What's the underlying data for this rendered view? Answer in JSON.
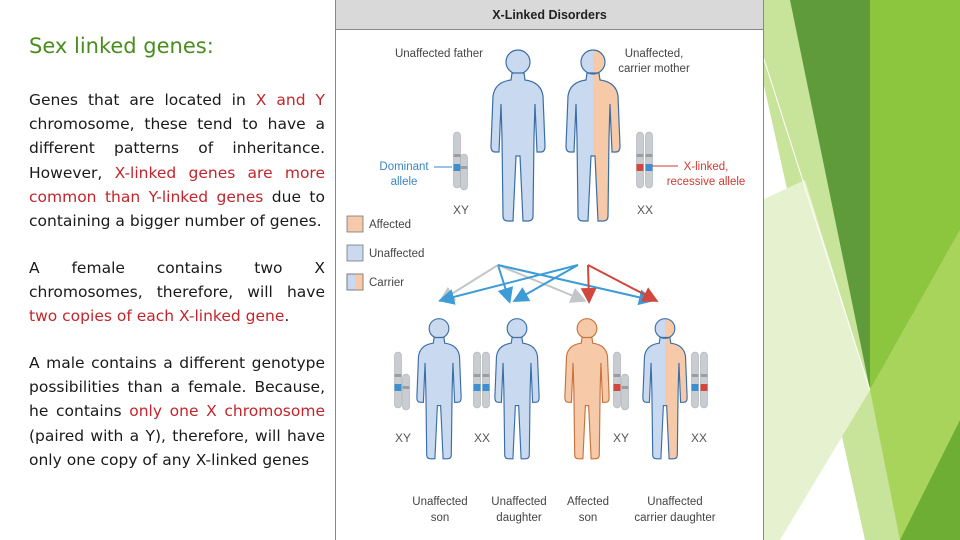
{
  "slide": {
    "title": "Sex linked genes:",
    "paragraphs": [
      {
        "spans": [
          {
            "text": "Genes that are located in ",
            "highlight": false
          },
          {
            "text": "X and Y",
            "highlight": true
          },
          {
            "text": " chromosome, these tend to have a different patterns of inheritance. However, ",
            "highlight": false
          },
          {
            "text": "X-linked genes are more common than Y-linked genes",
            "highlight": true
          },
          {
            "text": " due to containing a bigger number of genes.",
            "highlight": false
          }
        ]
      },
      {
        "spans": [
          {
            "text": "A female contains two X chromosomes, therefore, will have ",
            "highlight": false
          },
          {
            "text": "two copies of each X-linked gene",
            "highlight": true
          },
          {
            "text": ".",
            "highlight": false
          }
        ]
      },
      {
        "spans": [
          {
            "text": "A male contains a different genotype possibilities than a female. Because, he contains ",
            "highlight": false
          },
          {
            "text": "only one X chromosome",
            "highlight": true
          },
          {
            "text": " (paired with a Y), therefore, will have only one copy of any X-linked genes",
            "highlight": false
          }
        ]
      }
    ]
  },
  "figure": {
    "header": "X-Linked Disorders",
    "parents": {
      "father_label": "Unaffected father",
      "mother_label_lines": [
        "Unaffected,",
        "carrier mother"
      ],
      "father_genotype": "XY",
      "mother_genotype": "XX"
    },
    "callouts": {
      "dominant_lines": [
        "Dominant",
        "allele"
      ],
      "recessive_lines": [
        "X-linked,",
        "recessive allele"
      ]
    },
    "legend": [
      "Affected",
      "Unaffected",
      "Carrier"
    ],
    "children": [
      {
        "genotype": "XY",
        "label_lines": [
          "Unaffected",
          "son"
        ]
      },
      {
        "genotype": "XX",
        "label_lines": [
          "Unaffected",
          "daughter"
        ]
      },
      {
        "genotype": "XY",
        "label_lines": [
          "Affected",
          "son"
        ]
      },
      {
        "genotype": "XX",
        "label_lines": [
          "Unaffected",
          "carrier daughter"
        ]
      }
    ]
  },
  "colors": {
    "accent_green": "#8cc63f",
    "highlight_red": "#c0262d",
    "unaffected_blue": "#c9d9ef",
    "affected_peach": "#f6c9a8",
    "dominant_blue": "#3d8fcf",
    "recessive_red": "#d2473d",
    "callout_blue_text": "#3b85c5",
    "callout_red_text": "#cf3a32"
  },
  "icons": {
    "person_figure": "person-silhouette-icon",
    "chromosome": "chromosome-icon",
    "arrow": "inheritance-arrow-icon"
  }
}
